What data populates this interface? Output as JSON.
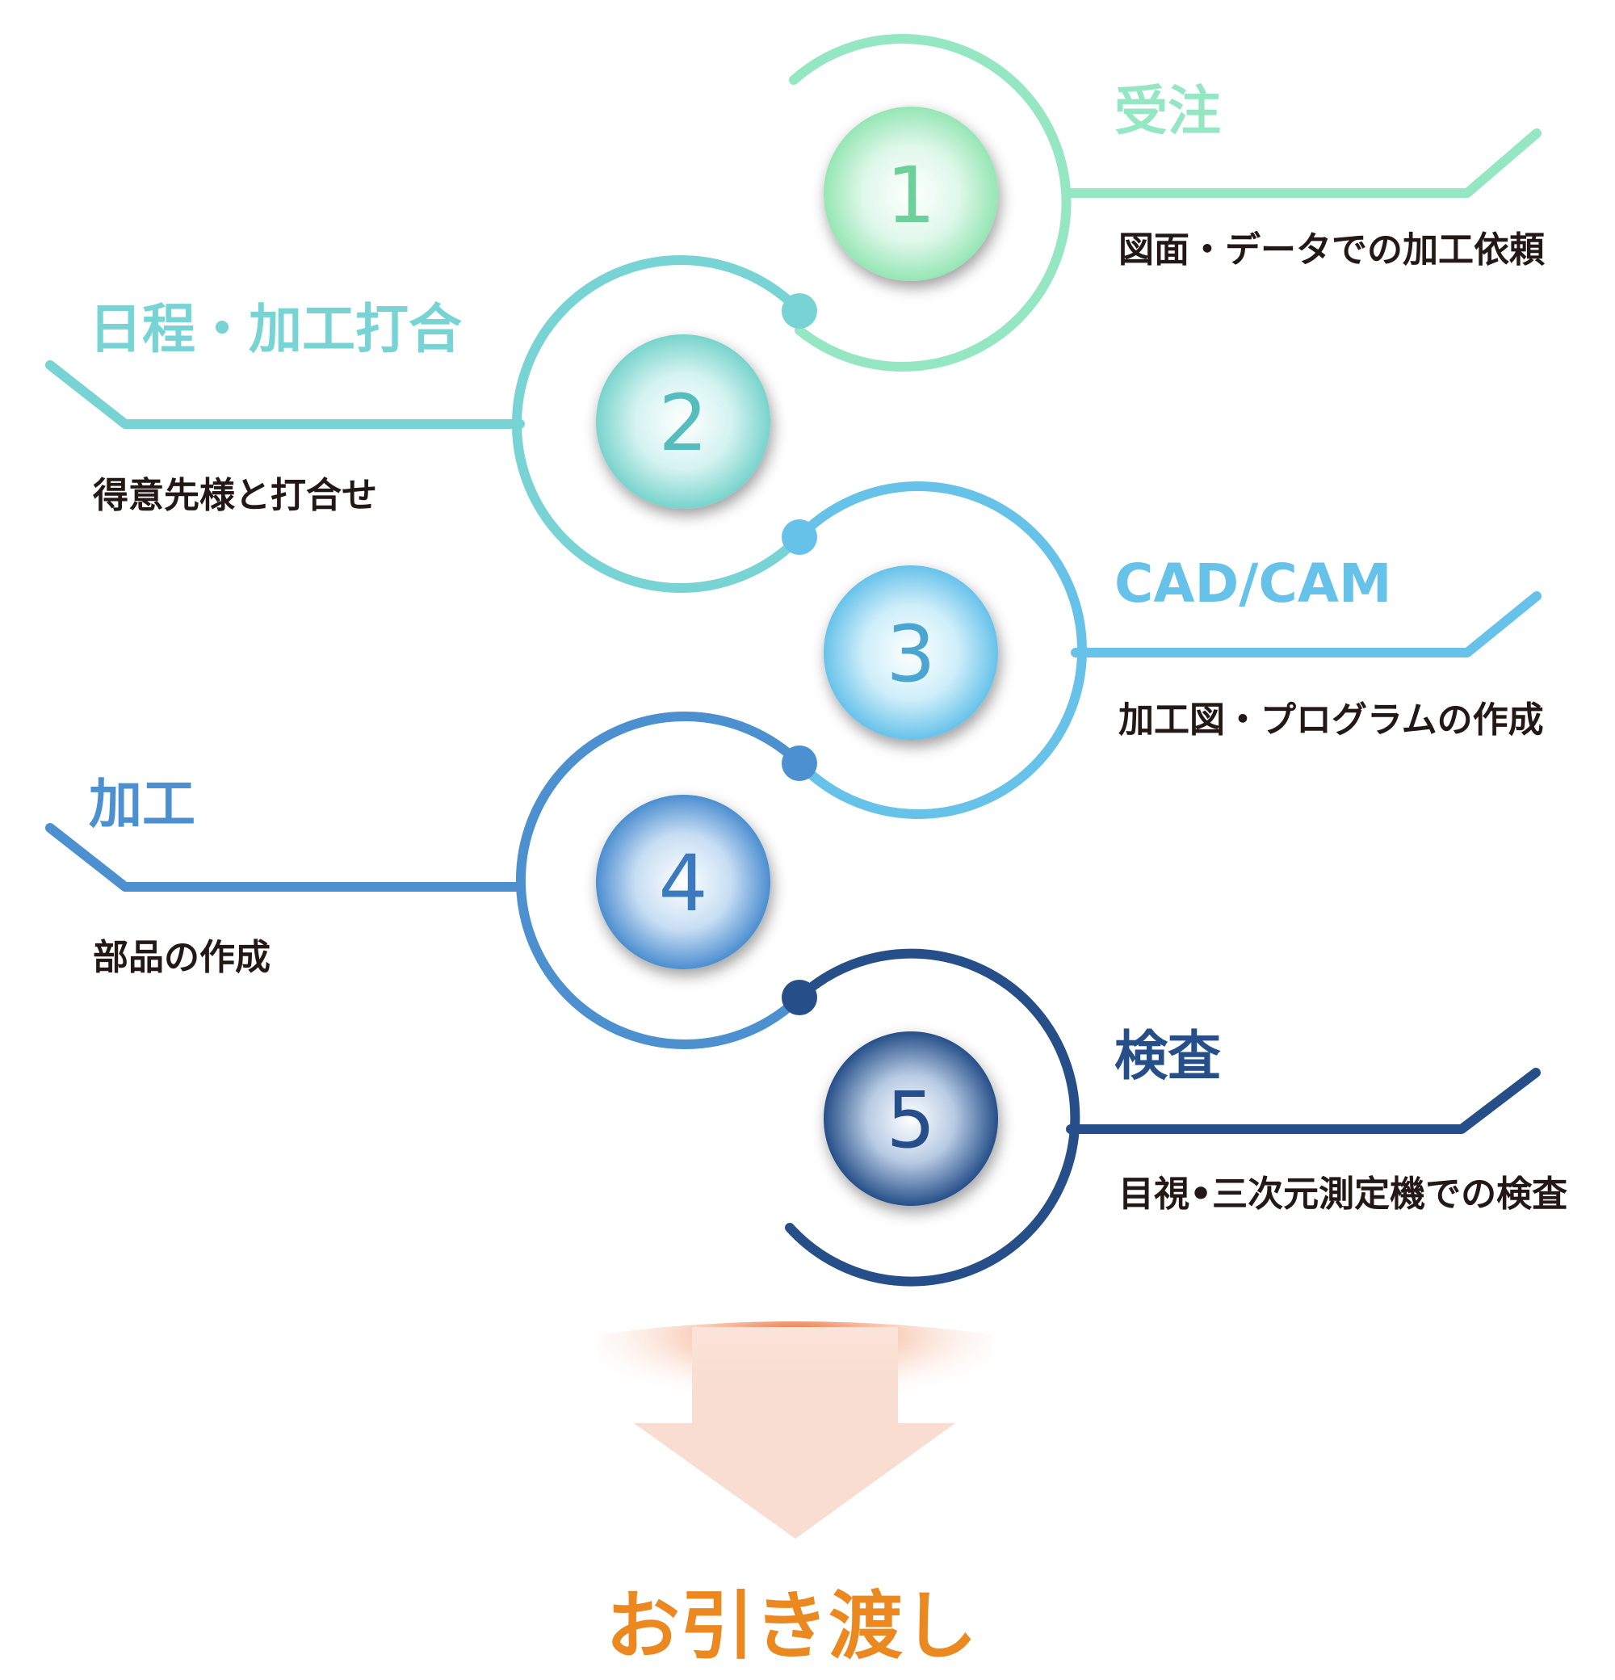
{
  "steps": [
    {
      "number": "1",
      "title": "受注",
      "description": "図面・データでの加工依頼",
      "color": "#95e6c3"
    },
    {
      "number": "2",
      "title": "日程・加工打合",
      "description": "得意先様と打合せ",
      "color": "#78d4d4"
    },
    {
      "number": "3",
      "title": "CAD/CAM",
      "description": "加工図・プログラムの作成",
      "color": "#67c2ea"
    },
    {
      "number": "4",
      "title": "加工",
      "description": "部品の作成",
      "color": "#4c90d0"
    },
    {
      "number": "5",
      "title": "検査",
      "description": "目視•三次元測定機での検査",
      "color": "#264f89"
    }
  ],
  "final": {
    "label": "お引き渡し",
    "color": "#ec8820",
    "arrow_color": "#f9ddd0",
    "glow_color": "#e8642a"
  },
  "description_color": "#231815"
}
